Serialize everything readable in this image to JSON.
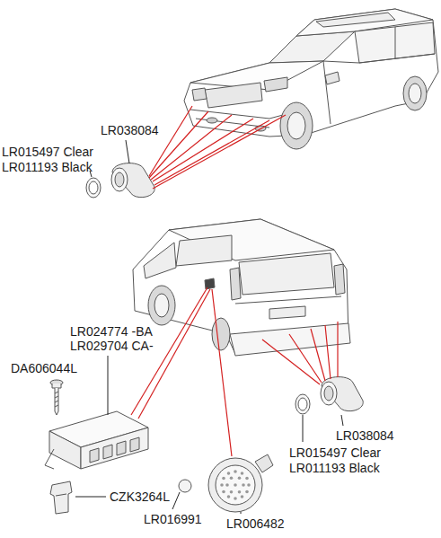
{
  "diagram": {
    "labels": [
      "LR038084",
      "LR015497 Clear",
      "LR011193 Black",
      "LR024774 -BA",
      "LR029704 CA-",
      "DA606044L",
      "CZK3264L",
      "LR016991",
      "LR006482",
      "LR038084",
      "LR015497 Clear",
      "LR011193 Black"
    ]
  }
}
